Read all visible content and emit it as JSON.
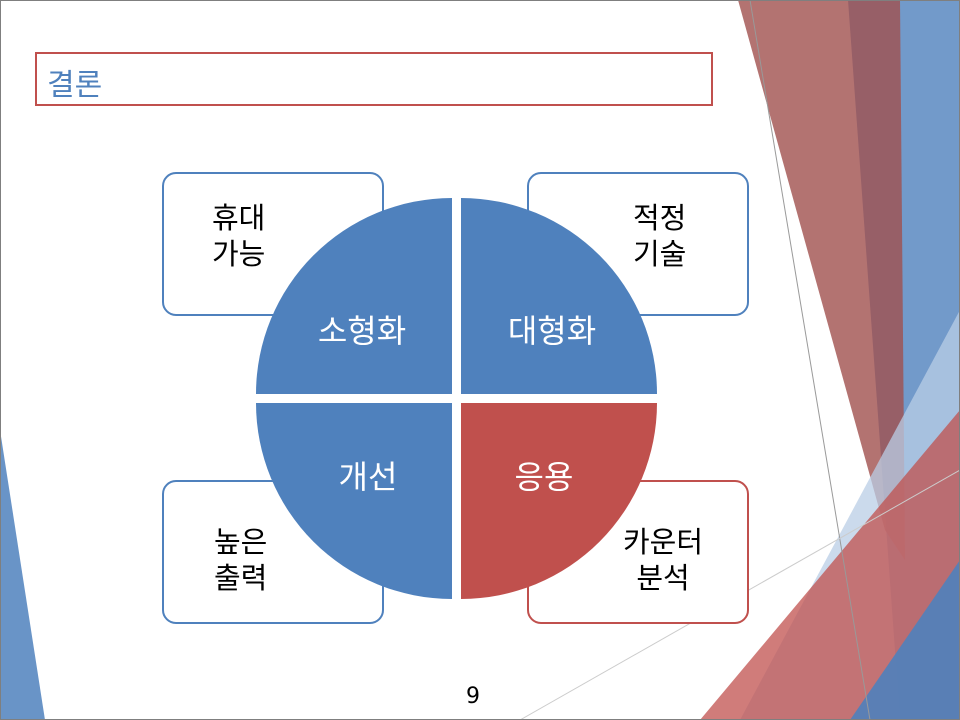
{
  "slide": {
    "title": "결론",
    "page_number": "9",
    "quadrants": [
      {
        "label": "소형화",
        "color": "#4f81bd"
      },
      {
        "label": "대형화",
        "color": "#4f81bd"
      },
      {
        "label": "개선",
        "color": "#4f81bd"
      },
      {
        "label": "응용",
        "color": "#c0504d"
      }
    ],
    "boxes": [
      {
        "line1": "휴대",
        "line2": "가능"
      },
      {
        "line1": "적정",
        "line2": "기술"
      },
      {
        "line1": "높은",
        "line2": "출력"
      },
      {
        "line1": "카운터",
        "line2": "분석"
      }
    ]
  }
}
